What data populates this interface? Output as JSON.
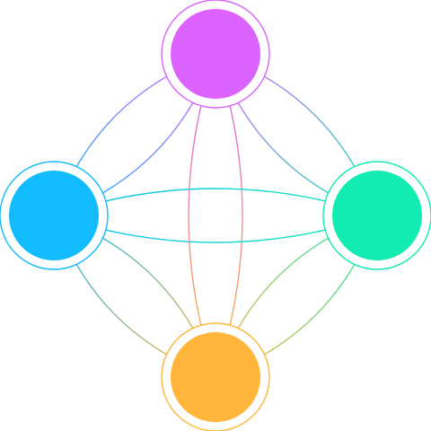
{
  "nodes": [
    {
      "id": "top",
      "color": "#DC63FD"
    },
    {
      "id": "left",
      "color": "#11BBFC"
    },
    {
      "id": "right",
      "color": "#12EBB1"
    },
    {
      "id": "bottom",
      "color": "#FFB63B"
    }
  ],
  "edges": [
    {
      "from": "top",
      "to": "left",
      "count": 2
    },
    {
      "from": "top",
      "to": "right",
      "count": 2
    },
    {
      "from": "top",
      "to": "bottom",
      "count": 2
    },
    {
      "from": "left",
      "to": "right",
      "count": 2
    },
    {
      "from": "left",
      "to": "bottom",
      "count": 2
    },
    {
      "from": "right",
      "to": "bottom",
      "count": 2
    }
  ],
  "background": "#FFFFFF"
}
